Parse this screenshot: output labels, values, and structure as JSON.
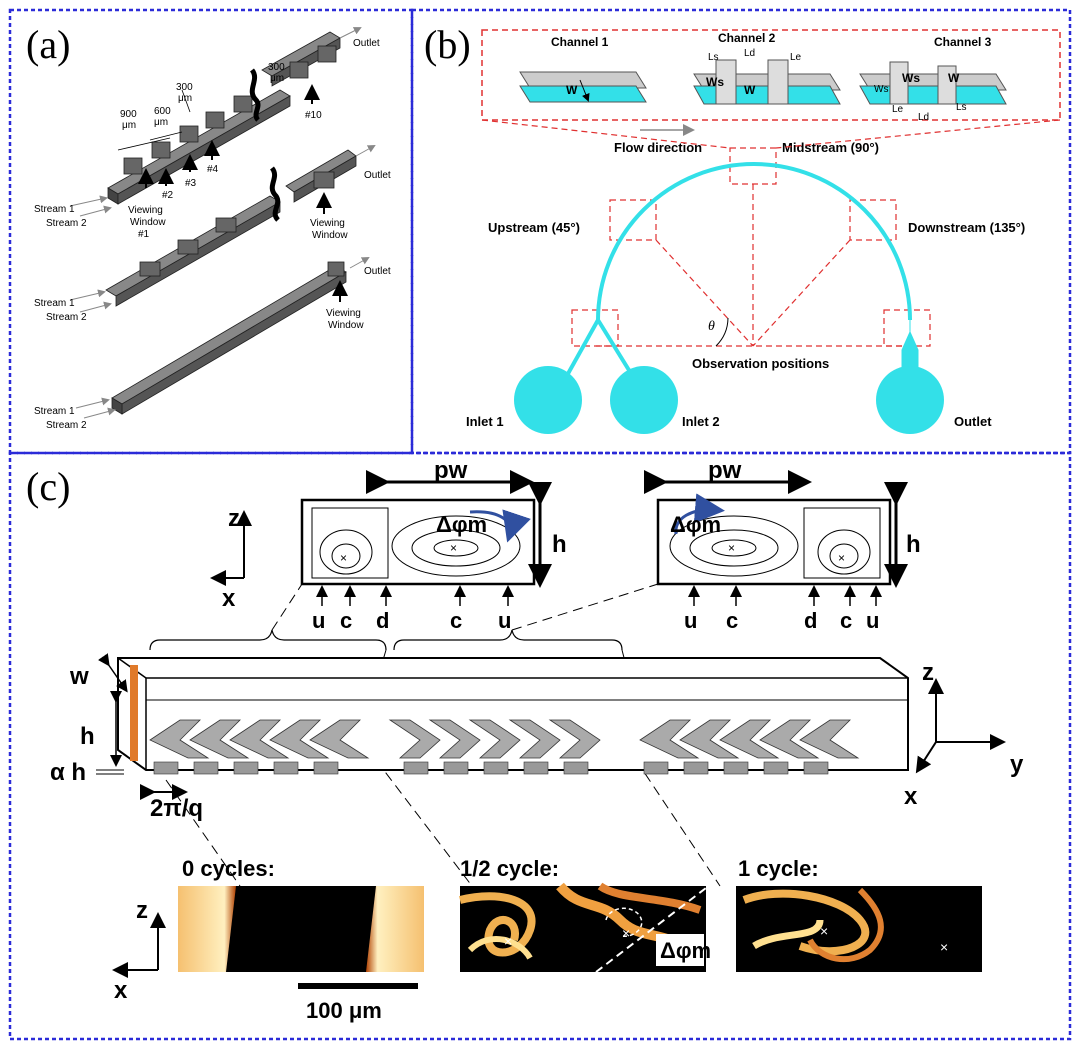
{
  "panels": {
    "a": {
      "label": "(a)",
      "dims": {
        "d900": "900",
        "d600": "600",
        "d300a": "300",
        "d300b": "300",
        "um": "μm"
      },
      "windows": {
        "w2": "#2",
        "w3": "#3",
        "w4": "#4",
        "w10": "#10",
        "viewing1": "Viewing",
        "window1": "Window",
        "num1": "#1"
      },
      "stream1": "Stream 1",
      "stream2": "Stream 2",
      "outlet": "Outlet",
      "viewing": "Viewing",
      "window": "Window"
    },
    "b": {
      "label": "(b)",
      "channel1": "Channel 1",
      "channel2": "Channel 2",
      "channel3": "Channel 3",
      "flow_direction": "Flow direction",
      "midstream": "Midstream (90°)",
      "upstream": "Upstream (45°)",
      "downstream": "Downstream (135°)",
      "observation": "Observation positions",
      "theta": "θ",
      "inlet1": "Inlet 1",
      "inlet2": "Inlet 2",
      "outlet": "Outlet",
      "sym": {
        "W": "W",
        "Ws": "Ws",
        "Ls": "Ls",
        "Ld": "Ld",
        "Le": "Le"
      }
    },
    "c": {
      "label": "(c)",
      "pw": "pw",
      "h": "h",
      "dphi": "Δφm",
      "z": "z",
      "x": "x",
      "y": "y",
      "w": "w",
      "alpha_h": "α h",
      "period": "2π/q",
      "letters_left": [
        "u",
        "c",
        "d",
        "c",
        "u"
      ],
      "letters_right": [
        "u",
        "c",
        "d",
        "c",
        "u"
      ],
      "cycles": [
        "0 cycles:",
        "1/2 cycle:",
        "1 cycle:"
      ],
      "scale": "100 μm"
    }
  },
  "colors": {
    "border": "#2b2bd8",
    "cyan": "#33e0e8",
    "dash_red": "#e03030",
    "orange": "#e07a2a",
    "arrow_blue": "#3050a0"
  }
}
